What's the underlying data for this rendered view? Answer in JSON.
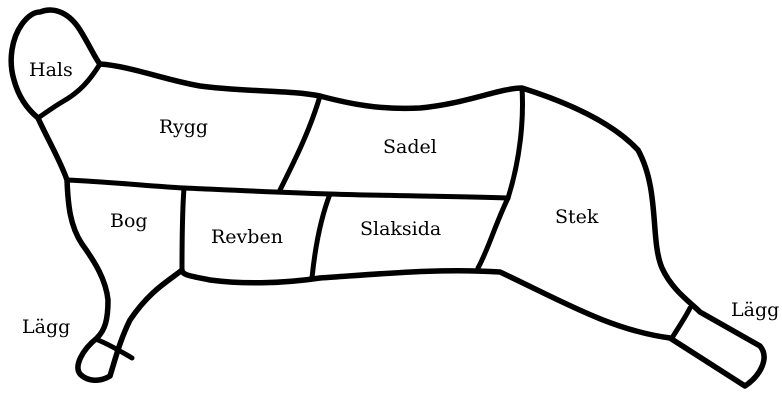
{
  "labels": {
    "hals": "Hals",
    "rygg": "Rygg",
    "sadel": "Sadel",
    "bog": "Bog",
    "revben": "Revben",
    "slaksida": "Slaksida",
    "stek": "Stek",
    "lagg_front": "Lägg",
    "lagg_back": "Lägg"
  },
  "colors": {
    "stroke": "#000000",
    "background": "#ffffff"
  }
}
